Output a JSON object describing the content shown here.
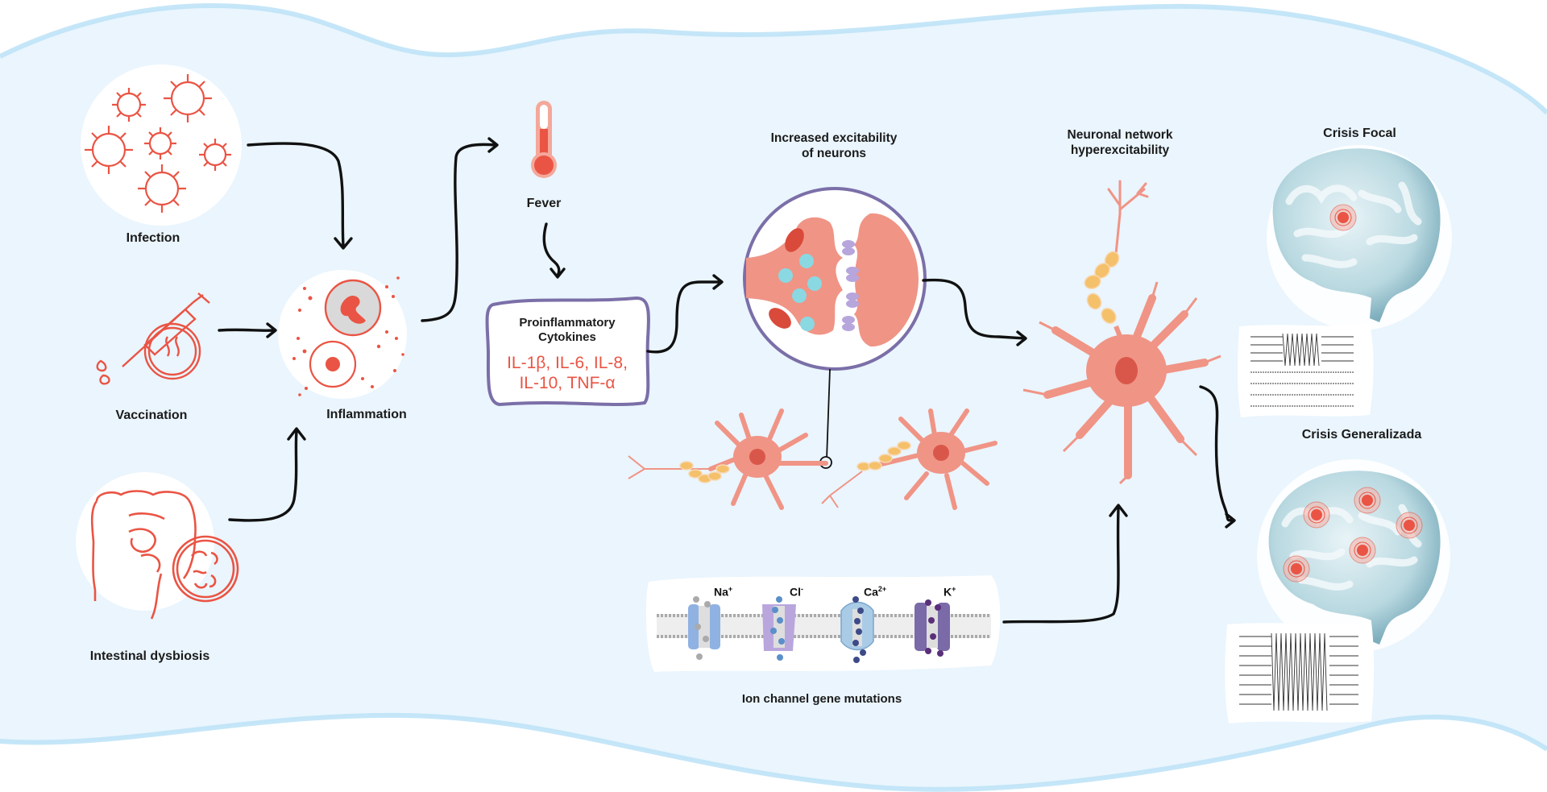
{
  "diagram": {
    "colors": {
      "background_panel": "#eaf5fd",
      "wave_border": "#bfe3f7",
      "accent_red": "#ea5444",
      "neuron_pink": "#f09486",
      "box_border": "#7b6fa8",
      "arrow": "#111111",
      "myelin": "#f5c06a",
      "brain_blue": "#a9cfd8"
    },
    "nodes": {
      "infection": {
        "label": "Infection",
        "icon": "virus-cluster-icon"
      },
      "vaccination": {
        "label": "Vaccination",
        "icon": "syringe-icon"
      },
      "intestinal_dysbiosis": {
        "label": "Intestinal dysbiosis",
        "icon": "intestine-microbiome-icon"
      },
      "inflammation": {
        "label": "Inflammation",
        "icon": "immune-cells-icon"
      },
      "fever": {
        "label": "Fever",
        "icon": "thermometer-icon"
      },
      "cytokines": {
        "title_line1": "Proinflammatory",
        "title_line2": "Cytokines",
        "list_line1": "IL-1β, IL-6, IL-8,",
        "list_line2": "IL-10, TNF-α"
      },
      "excitability": {
        "label_line1": "Increased excitability",
        "label_line2": "of neurons",
        "icon": "synapse-icon"
      },
      "ion_channels": {
        "label": "Ion channel gene mutations",
        "channels": [
          {
            "ion": "Na",
            "charge": "+",
            "color": "#8fb2e3"
          },
          {
            "ion": "Cl",
            "charge": "-",
            "color": "#b9a6dd"
          },
          {
            "ion": "Ca",
            "charge": "2+",
            "color": "#a9cbe6"
          },
          {
            "ion": "K",
            "charge": "+",
            "color": "#7a6aa8"
          }
        ]
      },
      "network": {
        "label_line1": "Neuronal network",
        "label_line2": "hyperexcitability",
        "icon": "neuron-icon"
      },
      "focal": {
        "label": "Crisis Focal",
        "icon": "brain-focal-icon",
        "foci": 1
      },
      "generalized": {
        "label": "Crisis Generalizada",
        "icon": "brain-generalized-icon",
        "foci": 5
      }
    },
    "edges": [
      {
        "from": "infection",
        "to": "inflammation"
      },
      {
        "from": "vaccination",
        "to": "inflammation"
      },
      {
        "from": "intestinal_dysbiosis",
        "to": "inflammation"
      },
      {
        "from": "inflammation",
        "to": "fever"
      },
      {
        "from": "fever",
        "to": "cytokines"
      },
      {
        "from": "cytokines",
        "to": "excitability"
      },
      {
        "from": "excitability",
        "to": "network"
      },
      {
        "from": "ion_channels",
        "to": "network"
      },
      {
        "from": "network",
        "to": "generalized"
      }
    ]
  }
}
